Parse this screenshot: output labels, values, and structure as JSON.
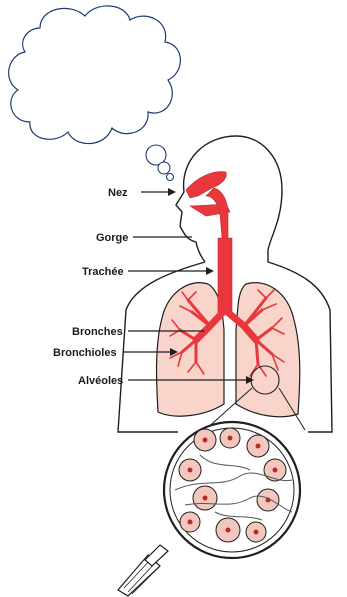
{
  "labels": {
    "nez": "Nez",
    "gorge": "Gorge",
    "trachee": "Trachée",
    "bronches": "Bronches",
    "bronchioles": "Bronchioles",
    "alveoles": "Alvéoles"
  },
  "colors": {
    "airway": "#e8383d",
    "lung_fill": "#f8d4cb",
    "alveolus_fill": "#f2c7bd",
    "outline": "#1f1f1f",
    "cloud_outline": "#1f3b70"
  },
  "icons": {
    "thought_bubble": "thought-cloud-icon",
    "magnifier": "magnifying-glass-icon"
  }
}
